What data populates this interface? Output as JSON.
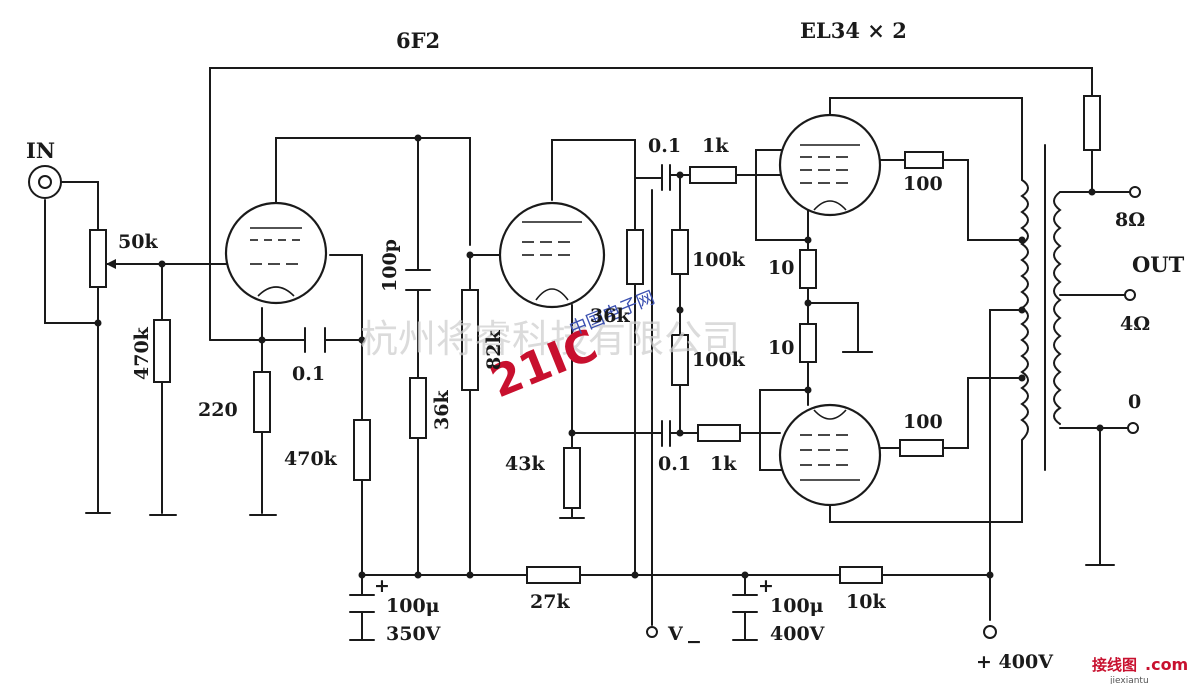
{
  "tube_labels": {
    "preamp": "6F2",
    "power": "EL34 × 2"
  },
  "io_labels": {
    "input": "IN",
    "output": "OUT",
    "tap_8": "8Ω",
    "tap_4": "4Ω",
    "tap_0": "0"
  },
  "components": {
    "vol_pot": "50k",
    "r_in": "470k",
    "r_cathode": "220",
    "c_coupling_1": "0.1",
    "c_feedback": "100p",
    "r_plate_1": "470k",
    "r_36k_a": "36k",
    "r_82k": "82k",
    "r_36k_b": "36k",
    "r_43k": "43k",
    "c_top": "0.1",
    "r_top_grid": "1k",
    "r_top_bias": "100k",
    "r_bot_bias": "100k",
    "c_bot": "0.1",
    "r_bot_grid": "1k",
    "r_cath_top": "10",
    "r_cath_bot": "10",
    "r_screen_top": "100",
    "r_screen_bot": "100",
    "r_27k": "27k",
    "r_10k": "10k",
    "cap_1_value": "100μ",
    "cap_1_voltage": "350V",
    "cap_2_value": "100μ",
    "cap_2_voltage": "400V"
  },
  "supply": {
    "v_minus": "V",
    "v_minus_sub": "−",
    "b_plus": "+ 400V",
    "plus_sign": "+"
  },
  "watermark": {
    "company": "杭州将睿科技有限公司",
    "logo_text": "21IC",
    "logo_sub": "中国电子网",
    "site_cn": "接线图",
    "site_com": ".com",
    "site_url": "jiexiantu"
  }
}
